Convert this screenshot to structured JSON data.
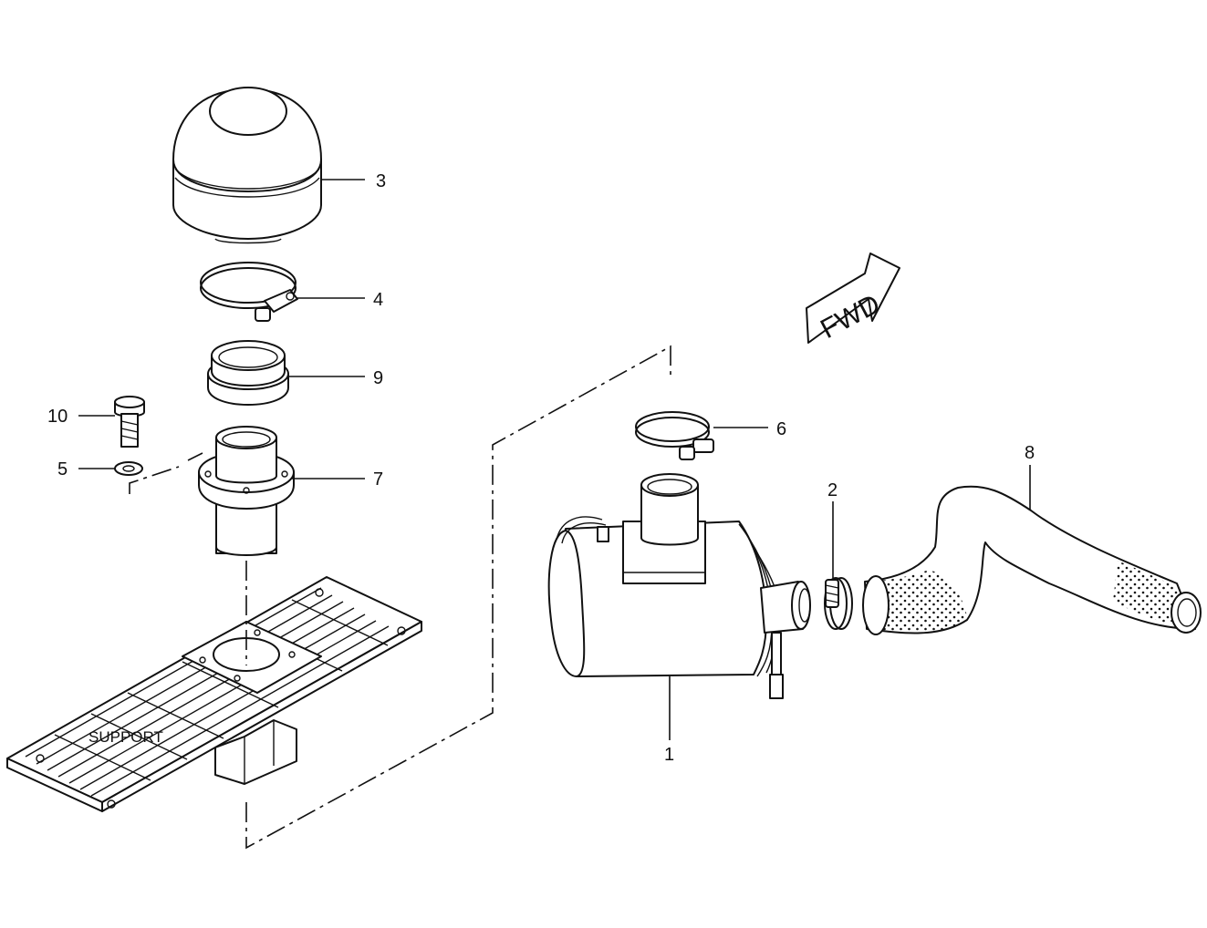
{
  "callouts": [
    {
      "id": "1",
      "label": "1"
    },
    {
      "id": "2",
      "label": "2"
    },
    {
      "id": "3",
      "label": "3"
    },
    {
      "id": "4",
      "label": "4"
    },
    {
      "id": "5",
      "label": "5"
    },
    {
      "id": "6",
      "label": "6"
    },
    {
      "id": "7",
      "label": "7"
    },
    {
      "id": "8",
      "label": "8"
    },
    {
      "id": "9",
      "label": "9"
    },
    {
      "id": "10",
      "label": "10"
    }
  ],
  "labels": {
    "support": "SUPPORT",
    "direction": "FWD"
  }
}
